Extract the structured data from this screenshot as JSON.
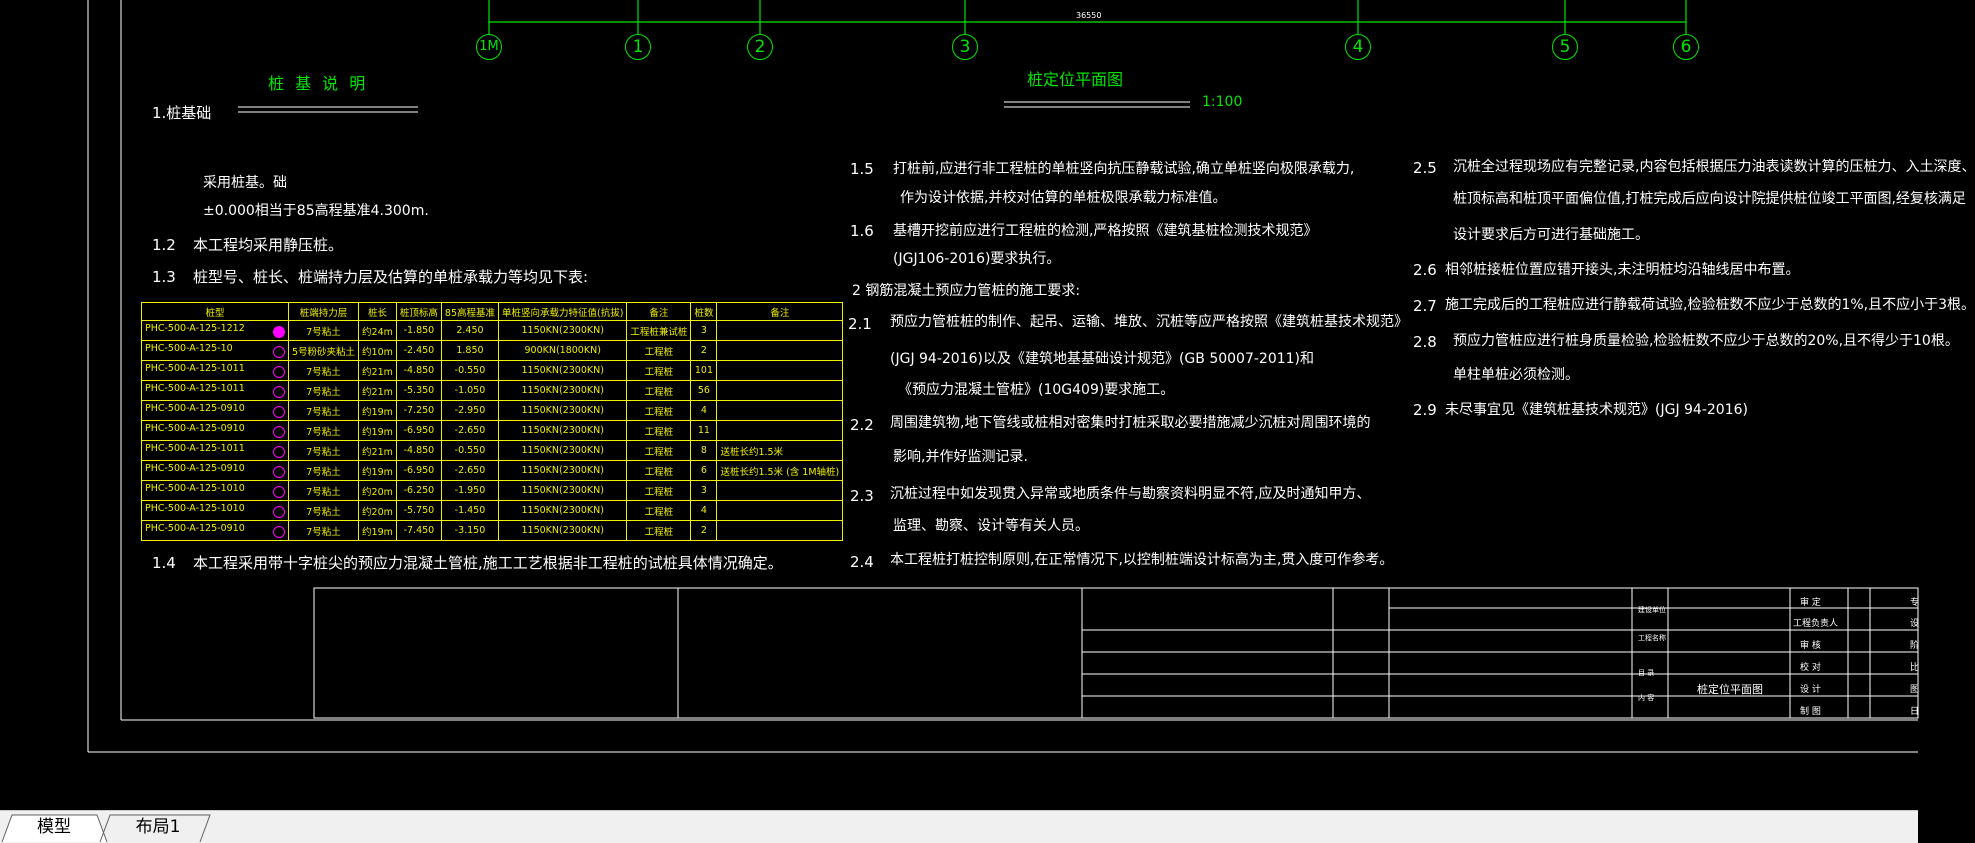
{
  "drawing": {
    "dim_total": "36550",
    "axis_labels": [
      "1M",
      "1",
      "2",
      "3",
      "4",
      "5",
      "6"
    ],
    "plan_title": "桩定位平面图",
    "plan_scale": "1:100",
    "notes_title": "桩 基 说 明",
    "left_notes": {
      "s1": "1.桩基础",
      "s1_a": "采用桩基。础",
      "s1_b": "±0.000相当于85高程基准4.300m.",
      "s12_num": "1.2",
      "s12": "本工程均采用静压桩。",
      "s13_num": "1.3",
      "s13": "桩型号、桩长、桩端持力层及估算的单桩承载力等均见下表:",
      "s14_num": "1.4",
      "s14": "本工程采用带十字桩尖的预应力混凝土管桩,施工工艺根据非工程桩的试桩具体情况确定。"
    },
    "pile_table": {
      "headers": [
        "桩型",
        "桩端持力层",
        "桩长",
        "桩顶标高",
        "85高程基准",
        "单桩竖向承载力特征值(抗拔)",
        "备注",
        "桩数",
        "备注"
      ],
      "rows": [
        {
          "type": "PHC-500-A-125-1212",
          "sym": "fill",
          "layer": "7号粘土",
          "len": "约24m",
          "top": "-1.850",
          "elev": "2.450",
          "cap": "1150KN(2300KN)",
          "note": "工程桩兼试桩",
          "count": "3",
          "remark": ""
        },
        {
          "type": "PHC-500-A-125-10",
          "sym": "ring",
          "layer": "5号粉砂夹粘土",
          "len": "约10m",
          "top": "-2.450",
          "elev": "1.850",
          "cap": "900KN(1800KN)",
          "note": "工程桩",
          "count": "2",
          "remark": ""
        },
        {
          "type": "PHC-500-A-125-1011",
          "sym": "ring",
          "layer": "7号粘土",
          "len": "约21m",
          "top": "-4.850",
          "elev": "-0.550",
          "cap": "1150KN(2300KN)",
          "note": "工程桩",
          "count": "101",
          "remark": ""
        },
        {
          "type": "PHC-500-A-125-1011",
          "sym": "ring",
          "layer": "7号粘土",
          "len": "约21m",
          "top": "-5.350",
          "elev": "-1.050",
          "cap": "1150KN(2300KN)",
          "note": "工程桩",
          "count": "56",
          "remark": ""
        },
        {
          "type": "PHC-500-A-125-0910",
          "sym": "ring",
          "layer": "7号粘土",
          "len": "约19m",
          "top": "-7.250",
          "elev": "-2.950",
          "cap": "1150KN(2300KN)",
          "note": "工程桩",
          "count": "4",
          "remark": ""
        },
        {
          "type": "PHC-500-A-125-0910",
          "sym": "ring",
          "layer": "7号粘土",
          "len": "约19m",
          "top": "-6.950",
          "elev": "-2.650",
          "cap": "1150KN(2300KN)",
          "note": "工程桩",
          "count": "11",
          "remark": ""
        },
        {
          "type": "PHC-500-A-125-1011",
          "sym": "ring",
          "layer": "7号粘土",
          "len": "约21m",
          "top": "-4.850",
          "elev": "-0.550",
          "cap": "1150KN(2300KN)",
          "note": "工程桩",
          "count": "8",
          "remark": "送桩长约1.5米"
        },
        {
          "type": "PHC-500-A-125-0910",
          "sym": "ring",
          "layer": "7号粘土",
          "len": "约19m",
          "top": "-6.950",
          "elev": "-2.650",
          "cap": "1150KN(2300KN)",
          "note": "工程桩",
          "count": "6",
          "remark": "送桩长约1.5米 (含 1M轴桩)"
        },
        {
          "type": "PHC-500-A-125-1010",
          "sym": "ring",
          "layer": "7号粘土",
          "len": "约20m",
          "top": "-6.250",
          "elev": "-1.950",
          "cap": "1150KN(2300KN)",
          "note": "工程桩",
          "count": "3",
          "remark": ""
        },
        {
          "type": "PHC-500-A-125-1010",
          "sym": "ring",
          "layer": "7号粘土",
          "len": "约20m",
          "top": "-5.750",
          "elev": "-1.450",
          "cap": "1150KN(2300KN)",
          "note": "工程桩",
          "count": "4",
          "remark": ""
        },
        {
          "type": "PHC-500-A-125-0910",
          "sym": "ring",
          "layer": "7号粘土",
          "len": "约19m",
          "top": "-7.450",
          "elev": "-3.150",
          "cap": "1150KN(2300KN)",
          "note": "工程桩",
          "count": "2",
          "remark": ""
        }
      ]
    },
    "mid_notes": {
      "n15_num": "1.5",
      "n15_a": "打桩前,应进行非工程桩的单桩竖向抗压静载试验,确立单桩竖向极限承载力,",
      "n15_b": "作为设计依据,并校对估算的单桩极限承载力标准值。",
      "n16_num": "1.6",
      "n16_a": "基槽开挖前应进行工程桩的检测,严格按照《建筑基桩检测技术规范》",
      "n16_b": "(JGJ106-2016)要求执行。",
      "n2": "2  钢筋混凝土预应力管桩的施工要求:",
      "n21_num": "2.1",
      "n21_a": "预应力管桩桩的制作、起吊、运输、堆放、沉桩等应严格按照《建筑桩基技术规范》",
      "n21_b": "(JGJ 94-2016)以及《建筑地基基础设计规范》(GB 50007-2011)和",
      "n21_c": "《预应力混凝土管桩》(10G409)要求施工。",
      "n22_num": "2.2",
      "n22_a": "周围建筑物,地下管线或桩相对密集时打桩采取必要措施减少沉桩对周围环境的",
      "n22_b": "影响,并作好监测记录.",
      "n23_num": "2.3",
      "n23_a": "沉桩过程中如发现贯入异常或地质条件与勘察资料明显不符,应及时通知甲方、",
      "n23_b": "监理、勘察、设计等有关人员。",
      "n24_num": "2.4",
      "n24": "本工程桩打桩控制原则,在正常情况下,以控制桩端设计标高为主,贯入度可作参考。"
    },
    "right_notes": {
      "n25_num": "2.5",
      "n25_a": "沉桩全过程现场应有完整记录,内容包括根据压力油表读数计算的压桩力、入土深度、",
      "n25_b": "桩顶标高和桩顶平面偏位值,打桩完成后应向设计院提供桩位竣工平面图,经复核满足",
      "n25_c": "设计要求后方可进行基础施工。",
      "n26_num": "2.6",
      "n26": "相邻桩接桩位置应错开接头,未注明桩均沿轴线居中布置。",
      "n27_num": "2.7",
      "n27": "施工完成后的工程桩应进行静载荷试验,检验桩数不应少于总数的1%,且不应小于3根。",
      "n28_num": "2.8",
      "n28_a": "预应力管桩应进行桩身质量检验,检验桩数不应少于总数的20%,且不得少于10根。",
      "n28_b": "单柱单桩必须检测。",
      "n29_num": "2.9",
      "n29": "未尽事宜见《建筑桩基技术规范》(JGJ 94-2016)"
    },
    "title_block": {
      "drawing_name": "桩定位平面图",
      "r_labels": [
        "审 定",
        "工程负责人",
        "审 核",
        "校 对",
        "设 计",
        "制 图"
      ],
      "m_labels": [
        "建设单位",
        "工程名称",
        "目 录",
        "内 容"
      ],
      "edge_labels": [
        "专",
        "设",
        "阶",
        "比",
        "图",
        "日"
      ]
    }
  },
  "tabs": [
    {
      "label": "模型",
      "active": true
    },
    {
      "label": "布局1",
      "active": false
    }
  ]
}
